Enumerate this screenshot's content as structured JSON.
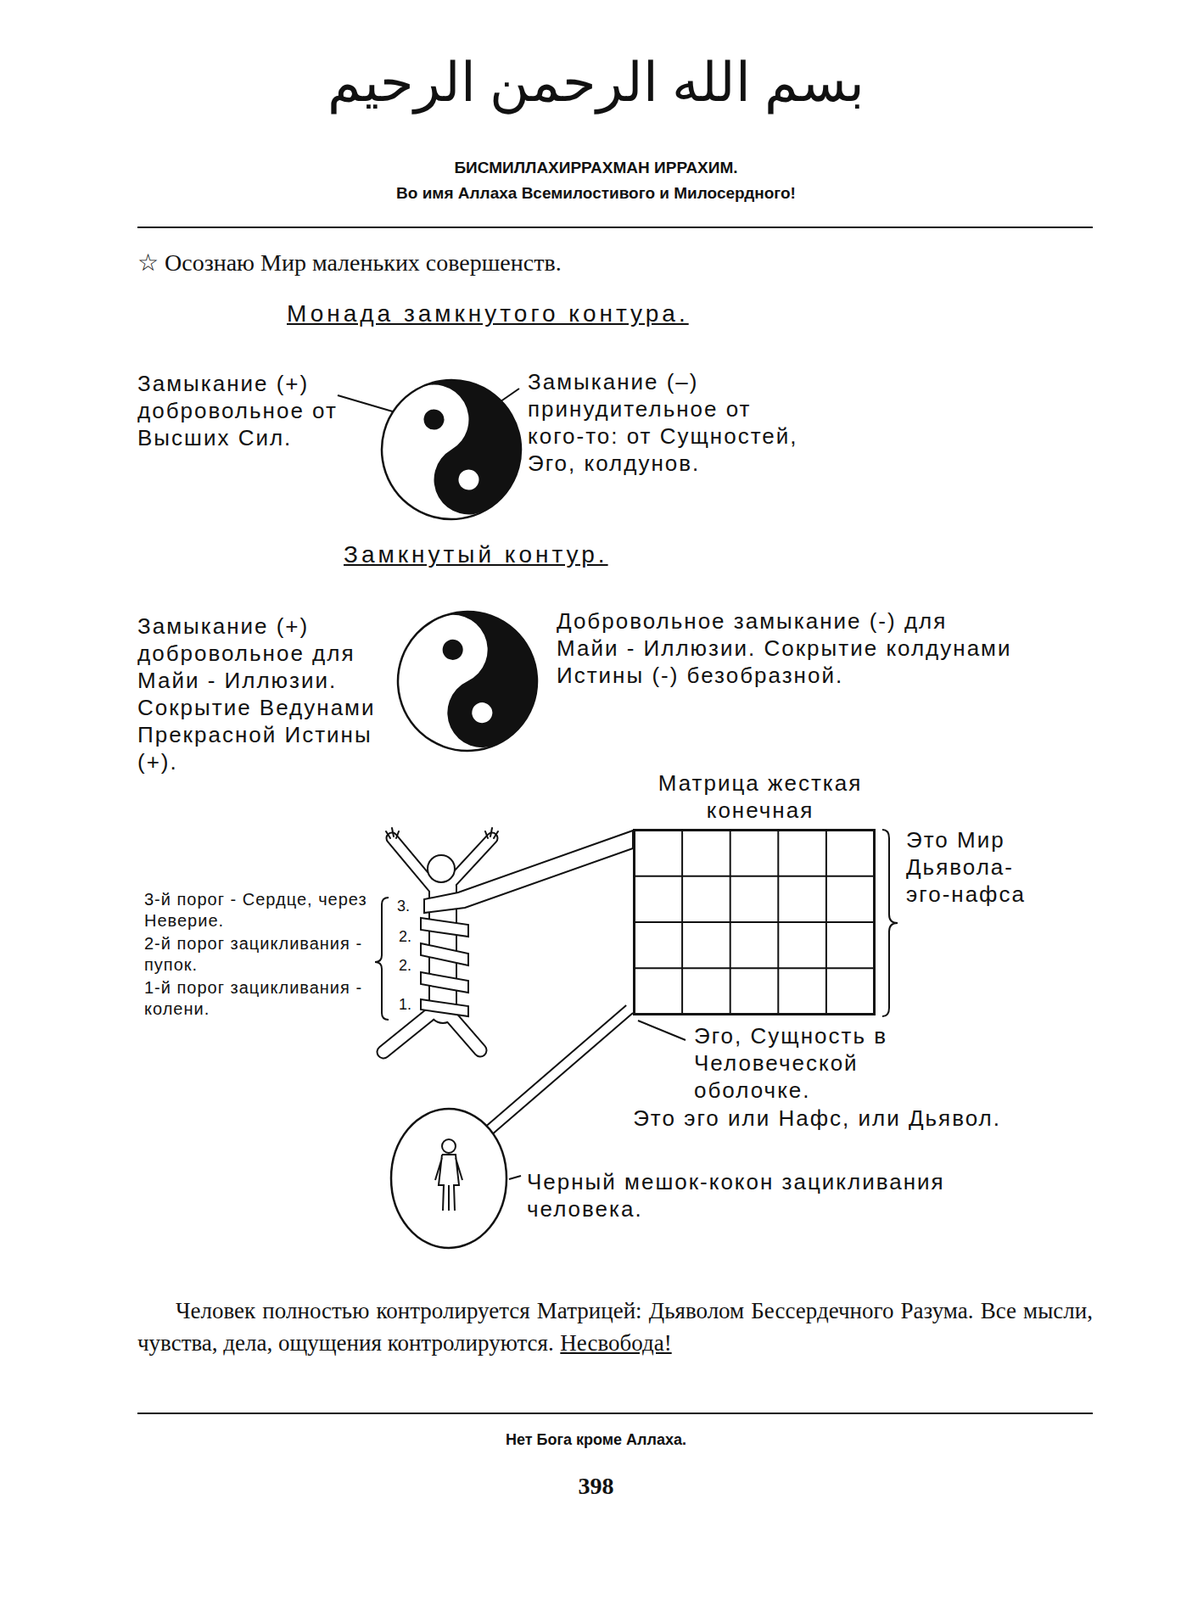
{
  "diagram": {
    "nodes": [
      {
        "text": [
          "Матрица жесткая конечная"
        ]
      },
      {
        "text": [
          "Черный мешок-кокон зацикливания человека."
        ]
      }
    ],
    "edges": [
      {
        "from": 0,
        "to": 1,
        "arrow": "none"
      }
    ],
    "labels": [
      "بسم الله الرحمن الرحيم",
      "БИСМИЛЛАХИРРАХМАН ИРРАХИМ.",
      "Во имя Аллаха Всемилостивого и Милосердного!",
      "☆ Осознаю Мир маленьких совершенств.",
      "Монада замкнутого контура.",
      "Замыкание (+) добровольное от Высших Сил.",
      "Замыкание (–) принудительное от кого-то: от Сущностей, Эго, колдунов.",
      "Замкнутый контур.",
      "Замыкание (+) добровольное для Майи - Иллюзии. Сокрытие Ведунами Прекрасной Истины (+).",
      "Добровольное замыкание (-) для Майи - Иллюзии. Сокрытие колдунами Истины (-) безобразной.",
      "Это Мир Дьявола-эго-нафса",
      "3-й порог - Сердце, через Неверие.",
      "2-й порог зацикливания - пупок.",
      "1-й порог зацикливания - колени.",
      "3.",
      "2.",
      "2.",
      "1.",
      "Эго, Сущность в Человеческой оболочке.",
      "Это эго или Нафс, или Дьявол.",
      "Человек полностью контролируется Матрицей: Дьяволом Бессердечного Разума. Все мысли, чувства, дела, ощущения контролируются.",
      "Несвобода!",
      "Нет Бога кроме Аллаха.",
      "398"
    ]
  }
}
